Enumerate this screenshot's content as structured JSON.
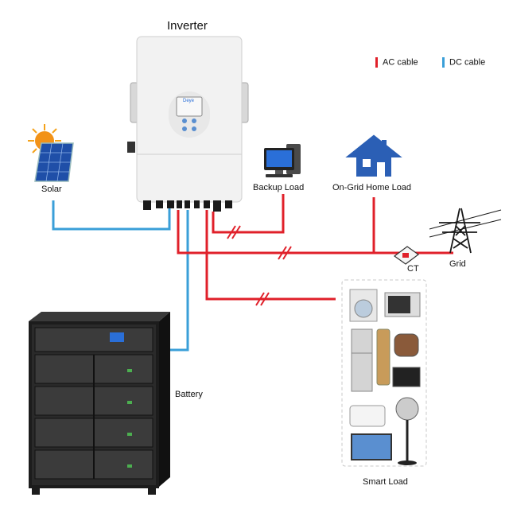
{
  "labels": {
    "inverter": "Inverter",
    "solar": "Solar",
    "backup_load": "Backup Load",
    "on_grid_home_load": "On-Grid Home Load",
    "grid": "Grid",
    "ct": "CT",
    "battery": "Battery",
    "smart_load": "Smart Load"
  },
  "legend": [
    {
      "label": "AC cable",
      "color": "#e0202a"
    },
    {
      "label": "DC cable",
      "color": "#3a9fd8"
    }
  ],
  "inverter_logo": "Deye",
  "colors": {
    "ac": "#e0202a",
    "dc": "#3a9fd8",
    "inverter_body": "#f2f2f2",
    "battery_rack": "#2a2a2a"
  }
}
